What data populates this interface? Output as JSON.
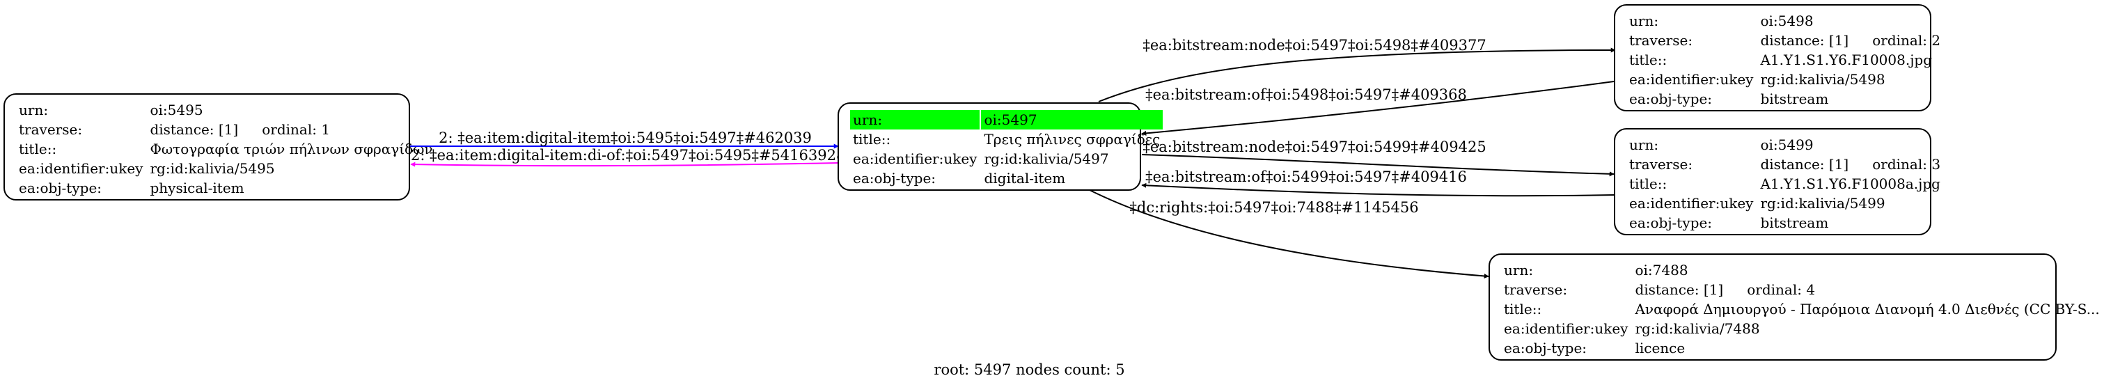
{
  "root_node": {
    "urn_label": "urn:",
    "urn": "oi:5497",
    "title_label": "title::",
    "title": "Τρεις πήλινες σφραγίδες",
    "ukey_label": "ea:identifier:ukey",
    "ukey": "rg:id:kalivia/5497",
    "type_label": "ea:obj-type:",
    "type": "digital-item"
  },
  "nodes": [
    {
      "id": "5495",
      "urn_label": "urn:",
      "urn": "oi:5495",
      "traverse_label": "traverse:",
      "distance": "distance: [1]",
      "ordinal": "ordinal: 1",
      "title_label": "title::",
      "title": "Φωτογραφία τριών πήλινων σφραγίδων",
      "ukey_label": "ea:identifier:ukey",
      "ukey": "rg:id:kalivia/5495",
      "type_label": "ea:obj-type:",
      "type": "physical-item"
    },
    {
      "id": "5498",
      "urn_label": "urn:",
      "urn": "oi:5498",
      "traverse_label": "traverse:",
      "distance": "distance: [1]",
      "ordinal": "ordinal: 2",
      "title_label": "title::",
      "title": "A1.Y1.S1.Y6.F10008.jpg",
      "ukey_label": "ea:identifier:ukey",
      "ukey": "rg:id:kalivia/5498",
      "type_label": "ea:obj-type:",
      "type": "bitstream"
    },
    {
      "id": "5499",
      "urn_label": "urn:",
      "urn": "oi:5499",
      "traverse_label": "traverse:",
      "distance": "distance: [1]",
      "ordinal": "ordinal: 3",
      "title_label": "title::",
      "title": "A1.Y1.S1.Y6.F10008a.jpg",
      "ukey_label": "ea:identifier:ukey",
      "ukey": "rg:id:kalivia/5499",
      "type_label": "ea:obj-type:",
      "type": "bitstream"
    },
    {
      "id": "7488",
      "urn_label": "urn:",
      "urn": "oi:7488",
      "traverse_label": "traverse:",
      "distance": "distance: [1]",
      "ordinal": "ordinal: 4",
      "title_label": "title::",
      "title": "Αναφορά Δημιουργού - Παρόμοια Διανομή 4.0 Διεθνές (CC BY-S...",
      "ukey_label": "ea:identifier:ukey",
      "ukey": "rg:id:kalivia/7488",
      "type_label": "ea:obj-type:",
      "type": "licence"
    }
  ],
  "edges": [
    {
      "label": "2: ‡ea:item:digital-item‡oi:5495‡oi:5497‡#462039",
      "color": "#0000ff"
    },
    {
      "label": "I2: ‡ea:item:digital-item:di-of:‡oi:5497‡oi:5495‡#54163928",
      "color": "#ff00ff"
    },
    {
      "label": "‡ea:bitstream:node‡oi:5497‡oi:5498‡#409377",
      "color": "#000000"
    },
    {
      "label": "‡ea:bitstream:of‡oi:5498‡oi:5497‡#409368",
      "color": "#000000"
    },
    {
      "label": "‡ea:bitstream:node‡oi:5497‡oi:5499‡#409425",
      "color": "#000000"
    },
    {
      "label": "‡ea:bitstream:of‡oi:5499‡oi:5497‡#409416",
      "color": "#000000"
    },
    {
      "label": "‡dc:rights:‡oi:5497‡oi:7488‡#1145456",
      "color": "#000000"
    }
  ],
  "footer": "root: 5497 nodes count: 5",
  "highlight_color": "#00ff00"
}
